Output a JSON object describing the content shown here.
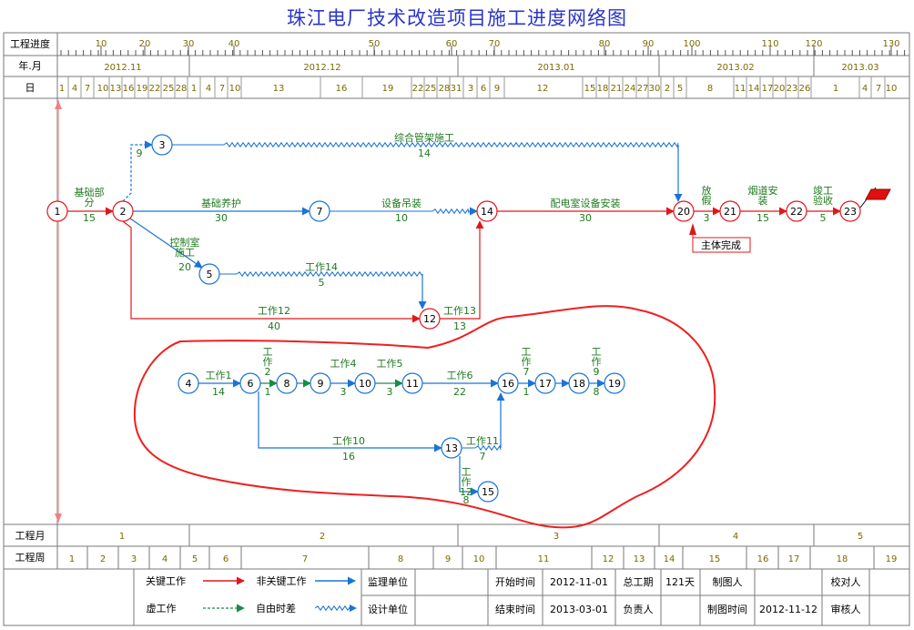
{
  "title": "珠江电厂技术改造项目施工进度网络图",
  "rows": {
    "progress": "工程进度",
    "yearmonth": "年.月",
    "day": "日",
    "proj_month": "工程月",
    "proj_week": "工程周"
  },
  "progress_ticks": [
    "10",
    "20",
    "30",
    "40",
    "50",
    "60",
    "70",
    "80",
    "90",
    "100",
    "110",
    "120",
    "130"
  ],
  "month_labels": [
    "2012.11",
    "2012.12",
    "2013.01",
    "2013.02",
    "2013.03"
  ],
  "day_ticks": [
    "1",
    "4",
    "7",
    "10",
    "13",
    "16",
    "19",
    "22",
    "25",
    "28",
    "1",
    "4",
    "7",
    "10",
    "13",
    "16",
    "19",
    "22",
    "25",
    "28",
    "31",
    "3",
    "6",
    "9",
    "12",
    "15",
    "18",
    "21",
    "24",
    "27",
    "30",
    "2",
    "5",
    "8",
    "11",
    "14",
    "17",
    "20",
    "23",
    "26",
    "1",
    "4",
    "7",
    "10"
  ],
  "proj_months": [
    "1",
    "2",
    "3",
    "4",
    "5"
  ],
  "proj_weeks": [
    "1",
    "2",
    "3",
    "4",
    "5",
    "6",
    "7",
    "8",
    "9",
    "10",
    "11",
    "12",
    "13",
    "14",
    "15",
    "16",
    "17",
    "18",
    "19"
  ],
  "nodes": [
    {
      "id": "1",
      "critical": true
    },
    {
      "id": "2",
      "critical": true
    },
    {
      "id": "3",
      "critical": false
    },
    {
      "id": "4",
      "critical": false
    },
    {
      "id": "5",
      "critical": false
    },
    {
      "id": "6",
      "critical": false
    },
    {
      "id": "7",
      "critical": false
    },
    {
      "id": "8",
      "critical": false
    },
    {
      "id": "9",
      "critical": false
    },
    {
      "id": "10",
      "critical": false
    },
    {
      "id": "11",
      "critical": false
    },
    {
      "id": "12",
      "critical": true
    },
    {
      "id": "13",
      "critical": false
    },
    {
      "id": "14",
      "critical": true
    },
    {
      "id": "15",
      "critical": false
    },
    {
      "id": "16",
      "critical": false
    },
    {
      "id": "17",
      "critical": false
    },
    {
      "id": "18",
      "critical": false
    },
    {
      "id": "19",
      "critical": false
    },
    {
      "id": "20",
      "critical": true
    },
    {
      "id": "21",
      "critical": true
    },
    {
      "id": "22",
      "critical": true
    },
    {
      "id": "23",
      "critical": true
    }
  ],
  "activities": [
    {
      "name": "基础部\n分",
      "duration": "15",
      "critical": true
    },
    {
      "name": "综合管架施工",
      "duration": "14",
      "critical": false
    },
    {
      "name": "",
      "duration": "9",
      "critical": false
    },
    {
      "name": "基础养护",
      "duration": "30",
      "critical": false
    },
    {
      "name": "设备吊装",
      "duration": "10",
      "critical": false
    },
    {
      "name": "配电室设备安装",
      "duration": "30",
      "critical": true
    },
    {
      "name": "控制室\n施工",
      "duration": "20",
      "critical": false
    },
    {
      "name": "工作14",
      "duration": "5",
      "critical": false
    },
    {
      "name": "工作12",
      "duration": "40",
      "critical": true
    },
    {
      "name": "工作13",
      "duration": "13",
      "critical": true
    },
    {
      "name": "放\n假",
      "duration": "3",
      "critical": true
    },
    {
      "name": "烟道安\n装",
      "duration": "15",
      "critical": true
    },
    {
      "name": "竣工\n验收",
      "duration": "5",
      "critical": true
    },
    {
      "name": "工作1",
      "duration": "14",
      "critical": false
    },
    {
      "name": "工\n作\n2",
      "duration": "1",
      "critical": false
    },
    {
      "name": "工作4",
      "duration": "3",
      "critical": false
    },
    {
      "name": "工作5",
      "duration": "3",
      "critical": false
    },
    {
      "name": "工作6",
      "duration": "22",
      "critical": false
    },
    {
      "name": "工\n作\n7",
      "duration": "1",
      "critical": false
    },
    {
      "name": "工\n作\n9",
      "duration": "8",
      "critical": false
    },
    {
      "name": "工作10",
      "duration": "16",
      "critical": false
    },
    {
      "name": "工作11",
      "duration": "7",
      "critical": false
    },
    {
      "name": "工\n作\n12",
      "duration": "8",
      "critical": false
    }
  ],
  "milestone": "主体完成",
  "legend": {
    "critical": "关键工作",
    "noncritical": "非关键工作",
    "dummy": "虚工作",
    "free_float": "自由时差"
  },
  "info": {
    "supervisor_label": "监理单位",
    "supervisor_value": "",
    "design_label": "设计单位",
    "design_value": "",
    "start_label": "开始时间",
    "start_value": "2012-11-01",
    "end_label": "结束时间",
    "end_value": "2013-03-01",
    "duration_label": "总工期",
    "duration_value": "121天",
    "owner_label": "负责人",
    "owner_value": "",
    "drafter_label": "制图人",
    "drafter_value": "",
    "drawdate_label": "制图时间",
    "drawdate_value": "2012-11-12",
    "checker_label": "校对人",
    "checker_value": "",
    "reviewer_label": "审核人",
    "reviewer_value": ""
  },
  "colors": {
    "critical": "#e0181b",
    "noncritical": "#1a73d6",
    "free_float": "#1a8a4a",
    "label": "#1f7a1f",
    "title": "#2a35c8",
    "grid": "#7a7a7a",
    "highlight": "#ee2020"
  }
}
